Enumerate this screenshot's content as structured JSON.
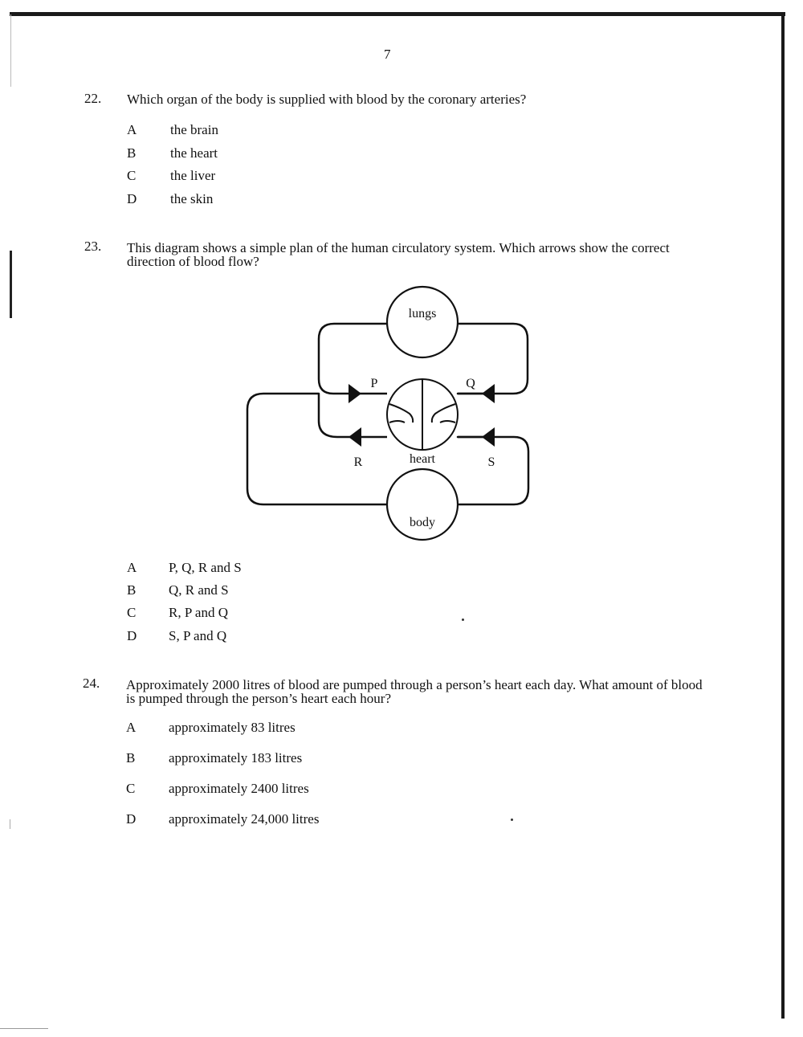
{
  "page_number": "7",
  "questions": [
    {
      "number": "22.",
      "text": "Which organ of the body is supplied with blood by the coronary arteries?",
      "options": [
        {
          "letter": "A",
          "text": "the brain"
        },
        {
          "letter": "B",
          "text": "the heart"
        },
        {
          "letter": "C",
          "text": "the liver"
        },
        {
          "letter": "D",
          "text": "the skin"
        }
      ]
    },
    {
      "number": "23.",
      "text": "This diagram shows a simple plan of the human circulatory system. Which arrows show the correct direction of blood flow?",
      "diagram": {
        "labels": {
          "lungs": "lungs",
          "heart": "heart",
          "body": "body",
          "P": "P",
          "Q": "Q",
          "R": "R",
          "S": "S"
        }
      },
      "options": [
        {
          "letter": "A",
          "text": "P, Q, R and S"
        },
        {
          "letter": "B",
          "text": "Q, R and S"
        },
        {
          "letter": "C",
          "text": "R, P and Q"
        },
        {
          "letter": "D",
          "text": "S, P and Q"
        }
      ]
    },
    {
      "number": "24.",
      "text": "Approximately 2000 litres of blood are pumped through a person’s heart each day. What amount of blood is pumped through the person’s heart each hour?",
      "options": [
        {
          "letter": "A",
          "text": "approximately 83 litres"
        },
        {
          "letter": "B",
          "text": "approximately 183 litres"
        },
        {
          "letter": "C",
          "text": "approximately 2400 litres"
        },
        {
          "letter": "D",
          "text": "approximately 24,000 litres"
        }
      ]
    }
  ]
}
